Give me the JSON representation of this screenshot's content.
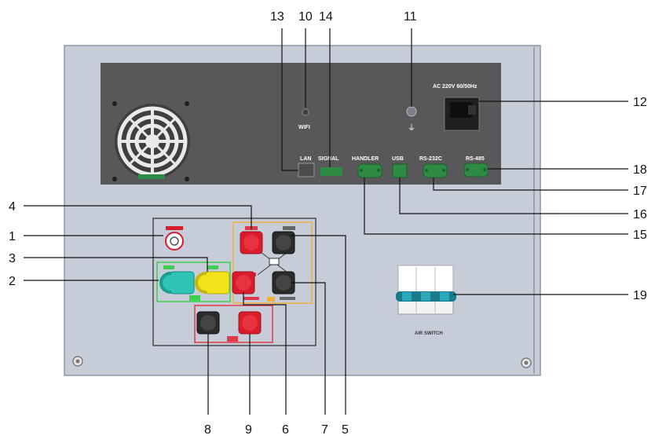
{
  "panel": {
    "power_label": "AC 220V 60/50Hz",
    "wifi_label": "WIFI",
    "ground_symbol": "⏚",
    "switch_label": "AIR SWITCH"
  },
  "ports": {
    "lan": "LAN",
    "signal": "SIGNAL",
    "handler": "HANDLER",
    "usb": "USB",
    "rs232": "RS-232C",
    "rs485": "RS-485"
  },
  "callouts": {
    "c1": "1",
    "c2": "2",
    "c3": "3",
    "c4": "4",
    "c5": "5",
    "c6": "6",
    "c7": "7",
    "c8": "8",
    "c9": "9",
    "c10": "10",
    "c11": "11",
    "c12": "12",
    "c13": "13",
    "c14": "14",
    "c15": "15",
    "c16": "16",
    "c17": "17",
    "c18": "18",
    "c19": "19"
  },
  "colors": {
    "panel": "#c6cdd9",
    "dark_plate": "#58585a",
    "port_green": "#2e8b43",
    "terminal_red": "#d81c2b",
    "terminal_black": "#2b2b2b",
    "terminal_yellow": "#f2e318",
    "terminal_cyan": "#2ec4b6",
    "frame_green": "#3ccf4e",
    "frame_orange": "#f0b040",
    "frame_red": "#e23a4a"
  }
}
